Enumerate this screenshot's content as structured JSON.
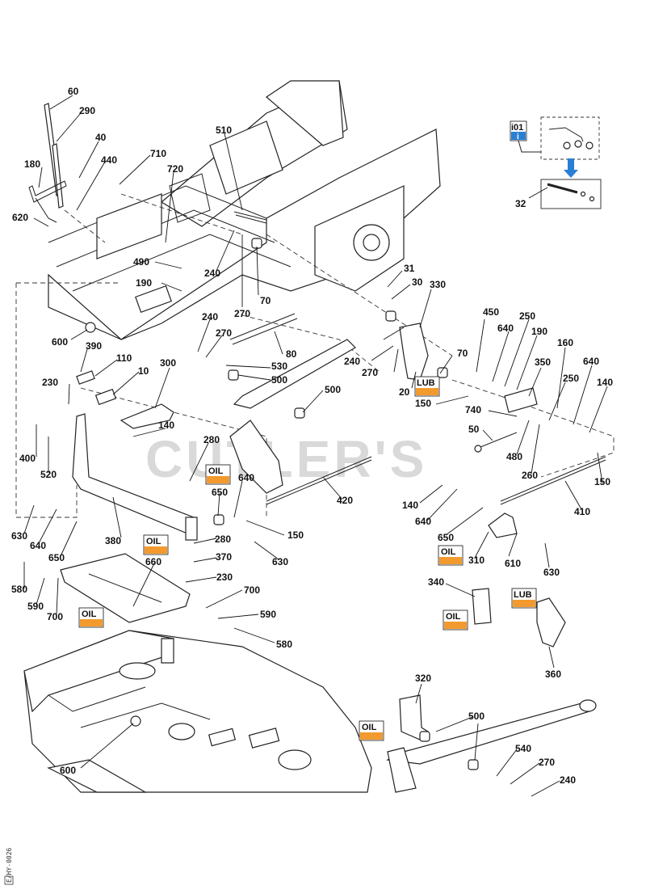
{
  "diagram": {
    "watermark": "CUTLER'S",
    "footnote": "E/HY-0026",
    "inset": {
      "info_code": "i01",
      "info_glyph": "i",
      "part_label": "32"
    },
    "tags": {
      "oil": "OIL",
      "lub": "LUB"
    },
    "accent_colors": {
      "tag_fill": "#f29a2e",
      "info_fill": "#2a7fd4",
      "arrow": "#2a7fd4"
    },
    "callouts": [
      "60",
      "290",
      "40",
      "180",
      "440",
      "710",
      "720",
      "510",
      "620",
      "490",
      "240",
      "270",
      "70",
      "190",
      "600",
      "31",
      "30",
      "330",
      "390",
      "110",
      "10",
      "300",
      "240",
      "270",
      "80",
      "530",
      "500",
      "450",
      "640",
      "250",
      "190",
      "230",
      "140",
      "280",
      "500",
      "70",
      "240",
      "270",
      "20",
      "150",
      "160",
      "640",
      "140",
      "350",
      "740",
      "50",
      "480",
      "250",
      "260",
      "400",
      "520",
      "630",
      "640",
      "650",
      "380",
      "660",
      "580",
      "590",
      "700",
      "640",
      "650",
      "150",
      "420",
      "630",
      "280",
      "370",
      "230",
      "700",
      "590",
      "580",
      "140",
      "640",
      "650",
      "310",
      "610",
      "630",
      "410",
      "150",
      "340",
      "360",
      "320",
      "500",
      "540",
      "270",
      "240",
      "600"
    ]
  }
}
